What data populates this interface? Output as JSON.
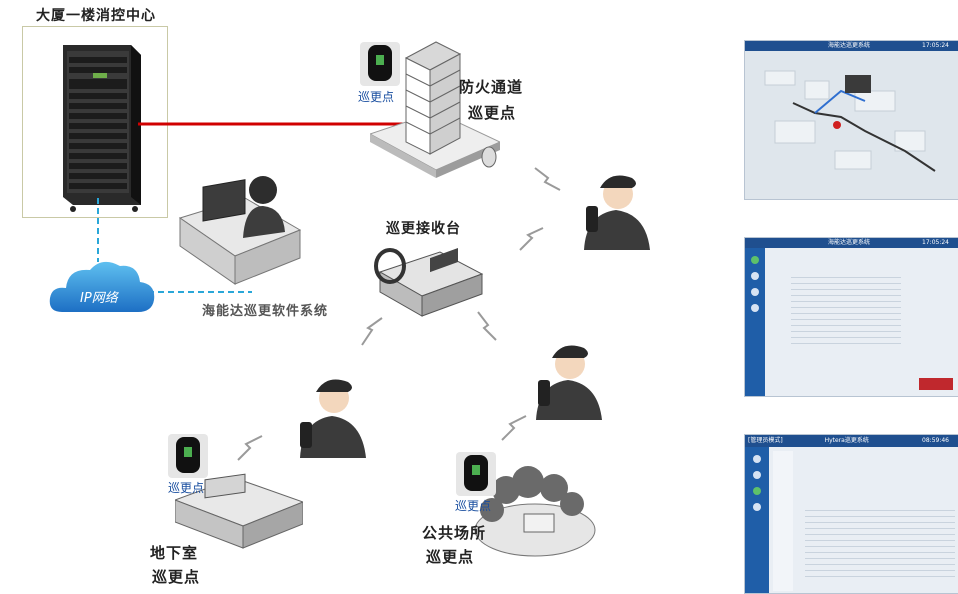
{
  "control_center": {
    "title": "大厦一楼消控中心"
  },
  "network": {
    "label": "IP网络"
  },
  "software": {
    "label": "海能达巡更软件系统"
  },
  "receiver": {
    "label": "巡更接收台"
  },
  "locations": {
    "fire_passage": {
      "name": "防火通道",
      "sub": "巡更点",
      "tag_label": "巡更点"
    },
    "basement": {
      "name": "地下室",
      "sub": "巡更点",
      "tag_label": "巡更点"
    },
    "public_place": {
      "name": "公共场所",
      "sub": "巡更点",
      "tag_label": "巡更点"
    }
  },
  "screens": {
    "map": {
      "title": "海能达巡更系统",
      "time": "17:05:24"
    },
    "list": {
      "title": "海能达巡更系统",
      "time": "17:05:24"
    },
    "admin": {
      "mode": "[管理员模式]",
      "title": "Hytera巡更系统",
      "time": "08:59:46"
    }
  },
  "colors": {
    "link_line": "#d00000",
    "network_line": "#2aa7d8",
    "cloud": "#2e8fd9",
    "accent": "#1f4f8f"
  }
}
